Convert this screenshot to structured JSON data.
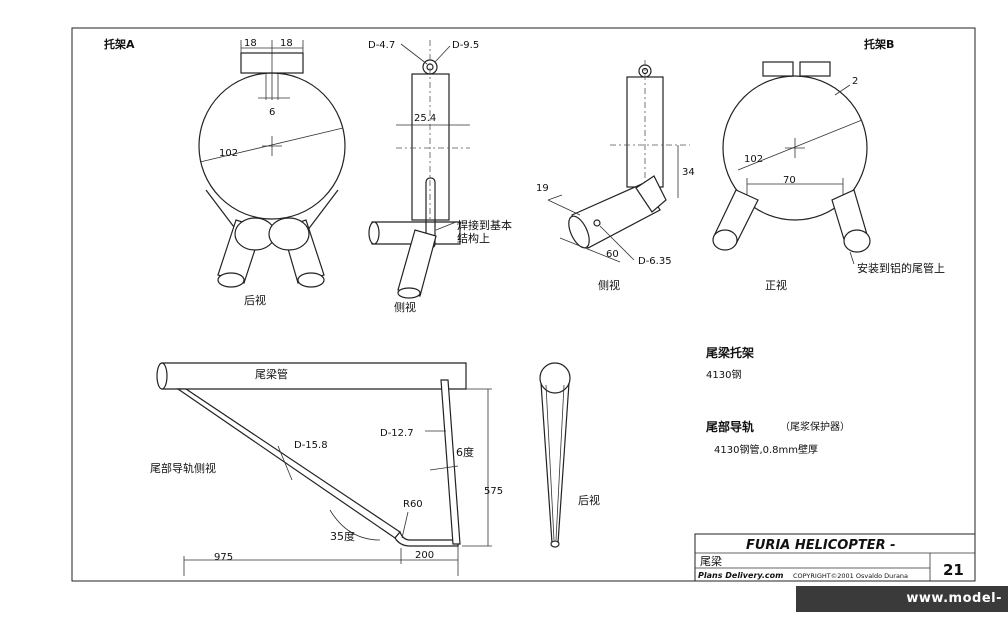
{
  "bracket_a": {
    "title": "托架A",
    "dim_18_left": "18",
    "dim_18_right": "18",
    "dim_6": "6",
    "dim_102": "102",
    "view_rear": "后视"
  },
  "side_view_a": {
    "dim_d47": "D-4.7",
    "dim_d95": "D-9.5",
    "dim_254": "25.4",
    "weld_note_1": "焊接到基本",
    "weld_note_2": "结构上",
    "view_side": "侧视"
  },
  "side_view_b": {
    "dim_19": "19",
    "dim_34": "34",
    "dim_60": "60",
    "dim_d635": "D-6.35",
    "view_side": "侧视"
  },
  "bracket_b": {
    "title": "托架B",
    "dim_2": "2",
    "dim_102": "102",
    "dim_70": "70",
    "mount_note": "安装到铝的尾管上",
    "view_front": "正视"
  },
  "tail_boom_bracket": {
    "title": "尾梁托架",
    "material": "4130钢"
  },
  "tail_guard": {
    "title": "尾部导轨",
    "subtitle": "（尾浆保护器）",
    "material": "4130钢管,0.8mm壁厚"
  },
  "tail_guard_side": {
    "boom_label": "尾梁管",
    "view_label": "尾部导轨侧视",
    "dim_d158": "D-15.8",
    "dim_d127": "D-12.7",
    "dim_6deg": "6度",
    "dim_575": "575",
    "dim_r60": "R60",
    "dim_35deg": "35度",
    "dim_975": "975",
    "dim_200": "200"
  },
  "tail_guard_rear": {
    "view_label": "后视"
  },
  "title_block": {
    "title": "FURIA HELICOPTER -",
    "part": "尾梁",
    "source": "Plans Delivery.com",
    "copyright": "COPYRIGHT©2001 Osvaldo Durana",
    "sheet": "21"
  },
  "watermark": "www.model-shows.com/bbs"
}
